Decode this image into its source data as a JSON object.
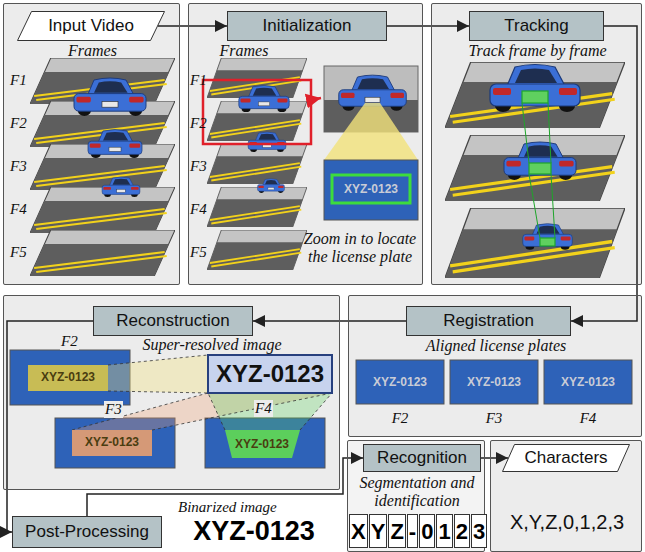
{
  "diagram": {
    "nodes": [
      {
        "text": [
          "Frames"
        ]
      },
      {
        "text": [
          "Input Video"
        ],
        "in": 0
      },
      {
        "text": [
          "Frames",
          "Zoom in to locate the license plate"
        ]
      },
      {
        "text": [
          "Initialization"
        ],
        "in": 2
      },
      {
        "text": [
          "Track frame by frame"
        ]
      },
      {
        "text": [
          "Tracking"
        ],
        "in": 4
      },
      {
        "text": [
          "Super-resolved image"
        ]
      },
      {
        "text": [
          "Reconstruction"
        ],
        "in": 6
      },
      {
        "text": [
          "Aligned license plates"
        ]
      },
      {
        "text": [
          "Registration"
        ],
        "in": 8
      },
      {
        "text": [
          "Post-Processing"
        ]
      },
      {
        "text": [
          "Segmentation and identification"
        ]
      },
      {
        "text": [
          "Recognition"
        ],
        "in": 11
      },
      {
        "text": [
          "X,Y,Z,0,1,2,3"
        ]
      },
      {
        "text": [
          "Characters"
        ],
        "in": 13
      }
    ],
    "edges": [
      {
        "from": 1,
        "to": 3,
        "arrow": "to"
      },
      {
        "from": 3,
        "to": 5,
        "arrow": "to"
      },
      {
        "from": 5,
        "to": 9,
        "arrow": "to"
      },
      {
        "from": 9,
        "to": 7,
        "arrow": "to"
      },
      {
        "from": 7,
        "to": 10,
        "arrow": "to"
      },
      {
        "from": 10,
        "to": 12,
        "arrow": "to"
      },
      {
        "from": 12,
        "to": 14,
        "arrow": "to"
      }
    ],
    "labels": [
      "F1",
      "F2",
      "F3",
      "F4",
      "F5",
      "F1",
      "F2",
      "F3",
      "F4",
      "F5",
      "XYZ-0123",
      "F2",
      "XYZ-0123",
      "XYZ-0123",
      "F3",
      "XYZ-0123",
      "F4",
      "XYZ-0123",
      "XYZ-0123",
      "XYZ-0123",
      "XYZ-0123",
      "F2",
      "F3",
      "F4",
      "Binarized image",
      "XYZ-0123",
      "X",
      "Y",
      "Z",
      "-",
      "0",
      "1",
      "2",
      "3"
    ]
  }
}
